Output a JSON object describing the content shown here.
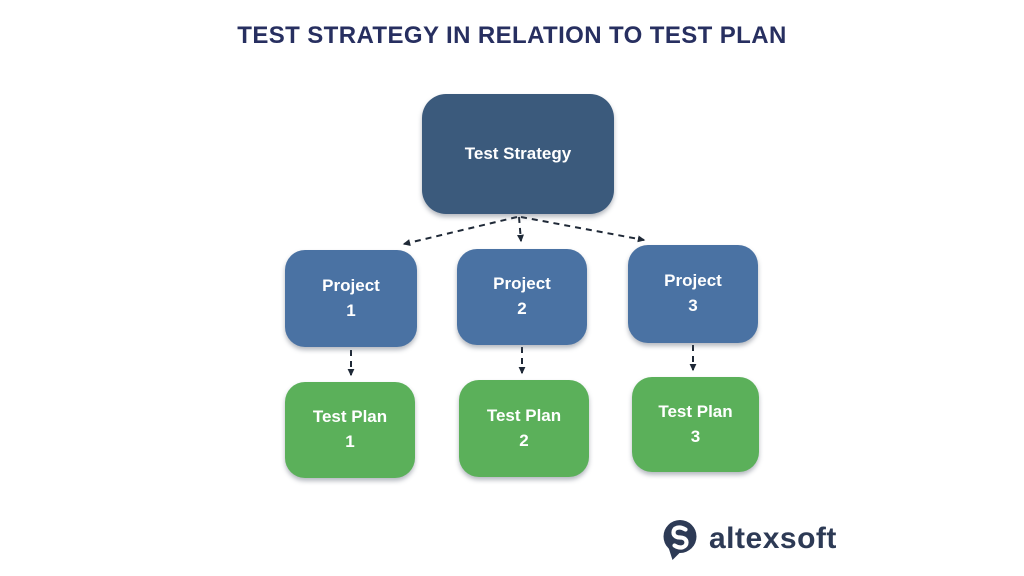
{
  "title": "TEST STRATEGY IN RELATION TO TEST PLAN",
  "diagram": {
    "type": "hierarchy",
    "root": {
      "label": "Test Strategy"
    },
    "projects": [
      {
        "name": "Project",
        "number": "1"
      },
      {
        "name": "Project",
        "number": "2"
      },
      {
        "name": "Project",
        "number": "3"
      }
    ],
    "plans": [
      {
        "name": "Test Plan",
        "number": "1"
      },
      {
        "name": "Test Plan",
        "number": "2"
      },
      {
        "name": "Test Plan",
        "number": "3"
      }
    ],
    "edges": [
      {
        "from": "Test Strategy",
        "to": "Project 1",
        "style": "dashed-arrow"
      },
      {
        "from": "Test Strategy",
        "to": "Project 2",
        "style": "dashed-arrow"
      },
      {
        "from": "Test Strategy",
        "to": "Project 3",
        "style": "dashed-arrow"
      },
      {
        "from": "Project 1",
        "to": "Test Plan 1",
        "style": "dashed-arrow"
      },
      {
        "from": "Project 2",
        "to": "Test Plan 2",
        "style": "dashed-arrow"
      },
      {
        "from": "Project 3",
        "to": "Test Plan 3",
        "style": "dashed-arrow"
      }
    ]
  },
  "colors": {
    "background": "#ffffff",
    "title_text": "#272f60",
    "strategy_box": "#3b5a7c",
    "project_box": "#4a72a3",
    "plan_box": "#5bb05a",
    "box_text": "#ffffff",
    "arrow": "#1f2937",
    "logo": "#2d3a55"
  },
  "logo": {
    "text": "altexsoft",
    "icon": "altexsoft-speech-bubble-s"
  }
}
